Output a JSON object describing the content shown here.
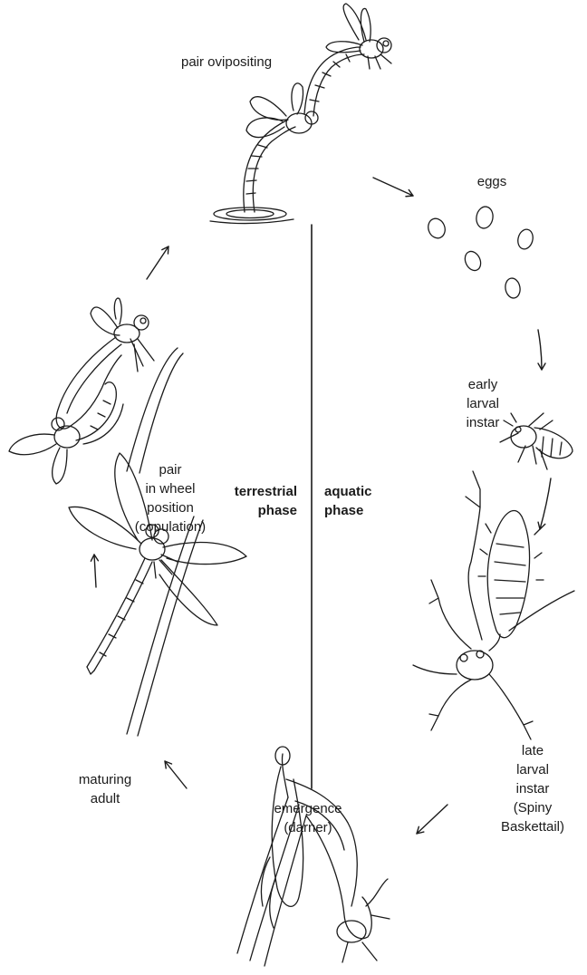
{
  "labels": {
    "pair_ovipositing": "pair ovipositing",
    "eggs": "eggs",
    "early_larval_instar": "early\nlarval\ninstar",
    "late_larval_instar": "late\nlarval\ninstar\n(Spiny\nBaskettail)",
    "emergence": "emergence\n(darner)",
    "maturing_adult": "maturing\nadult",
    "pair_wheel": "pair\nin wheel\nposition\n(copulation)",
    "terrestrial_phase": "terrestrial\nphase",
    "aquatic_phase": "aquatic\nphase"
  },
  "colors": {
    "ink": "#1b1b1b",
    "background": "#ffffff"
  }
}
